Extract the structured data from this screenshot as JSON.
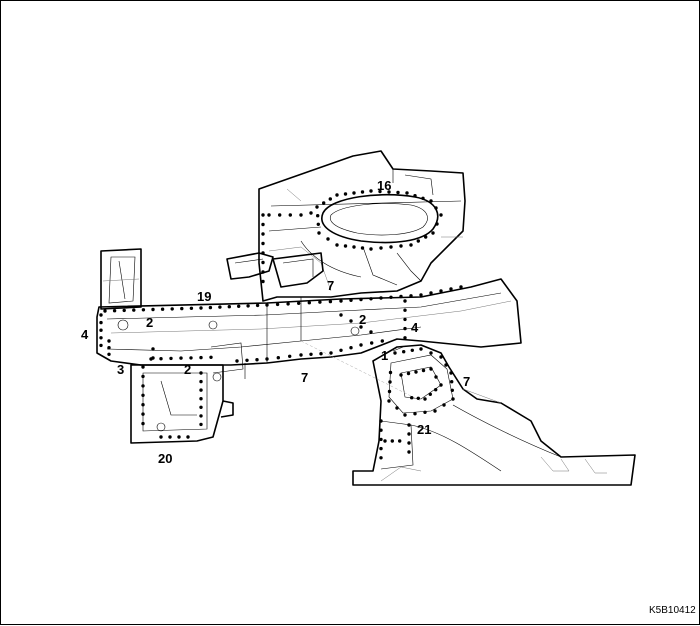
{
  "figure_code": "K5B10412",
  "callouts": [
    {
      "id": "16",
      "text": "16"
    },
    {
      "id": "19",
      "text": "19"
    },
    {
      "id": "7a",
      "text": "7"
    },
    {
      "id": "2a",
      "text": "2"
    },
    {
      "id": "4a",
      "text": "4"
    },
    {
      "id": "2b",
      "text": "2"
    },
    {
      "id": "4b",
      "text": "4"
    },
    {
      "id": "3",
      "text": "3"
    },
    {
      "id": "2c",
      "text": "2"
    },
    {
      "id": "7b",
      "text": "7"
    },
    {
      "id": "1",
      "text": "1"
    },
    {
      "id": "7c",
      "text": "7"
    },
    {
      "id": "21",
      "text": "21"
    },
    {
      "id": "20",
      "text": "20"
    }
  ]
}
